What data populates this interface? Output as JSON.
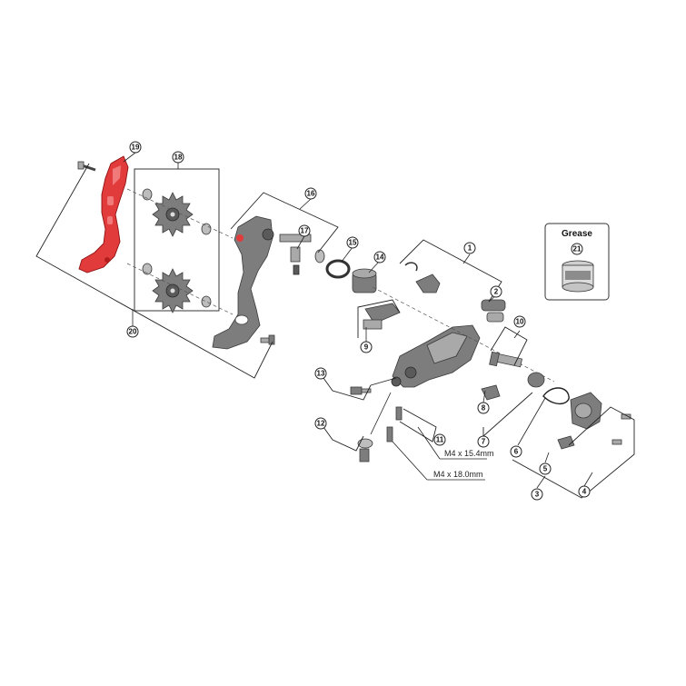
{
  "parts": [
    "1",
    "2",
    "3",
    "4",
    "5",
    "6",
    "7",
    "8",
    "9",
    "10",
    "11",
    "12",
    "13",
    "14",
    "15",
    "16",
    "17",
    "18",
    "19",
    "20",
    "21"
  ],
  "grease": {
    "title": "Grease",
    "part": "21"
  },
  "specs": {
    "bolt_a": "M4 x 15.4mm",
    "bolt_b": "M4 x 18.0mm"
  },
  "colors": {
    "highlight": "#e23b3b",
    "part": "#7d7d7d",
    "line": "#222222"
  }
}
